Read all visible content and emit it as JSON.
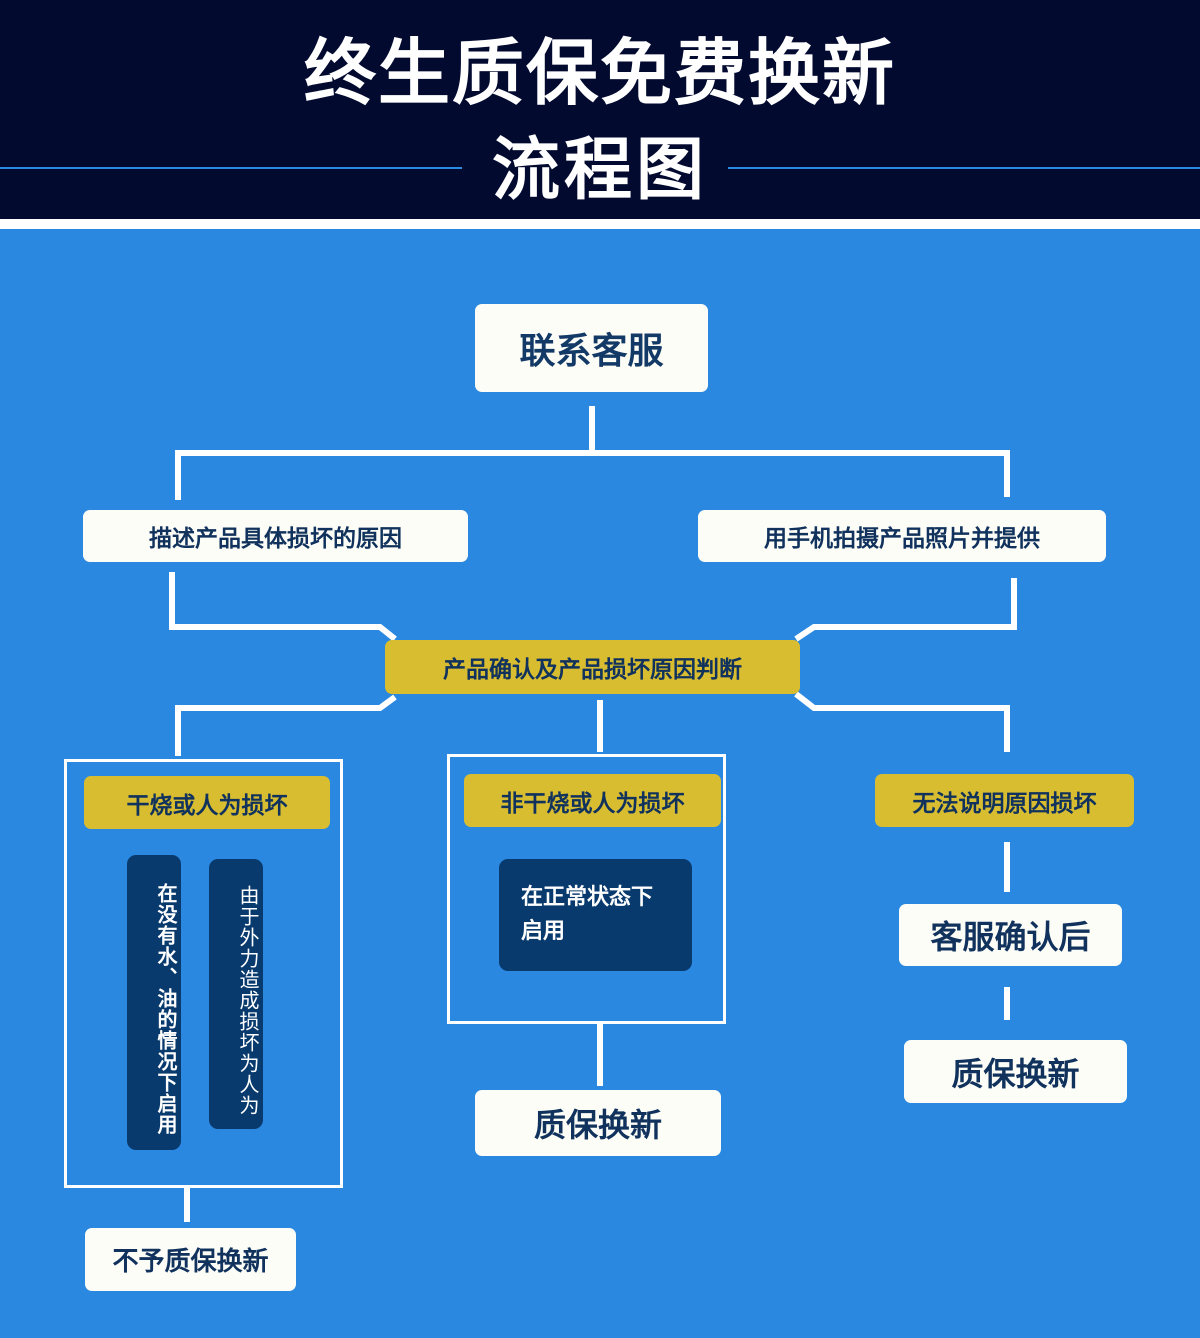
{
  "header": {
    "title_line1": "终生质保免费换新",
    "title_line2": "流程图"
  },
  "colors": {
    "background": "#2b88e0",
    "header": "#030a30",
    "box_white": "#fdfdf8",
    "box_yellow": "#d8bd31",
    "box_navy": "#093a6d",
    "text_dark": "#10325c"
  },
  "flow": {
    "start": "联系客服",
    "option_left": "描述产品具体损坏的原因",
    "option_right": "用手机拍摄产品照片并提供",
    "judgement": "产品确认及产品损坏原因判断",
    "branch_left": {
      "label": "干烧或人为损坏",
      "cond_a": "在没有水、油的情况下启用",
      "cond_b": "由于外力造成损坏为人为",
      "result": "不予质保换新"
    },
    "branch_middle": {
      "label": "非干烧或人为损坏",
      "cond": "在正常状态下启用",
      "result": "质保换新"
    },
    "branch_right": {
      "label": "无法说明原因损坏",
      "step": "客服确认后",
      "result": "质保换新"
    }
  }
}
